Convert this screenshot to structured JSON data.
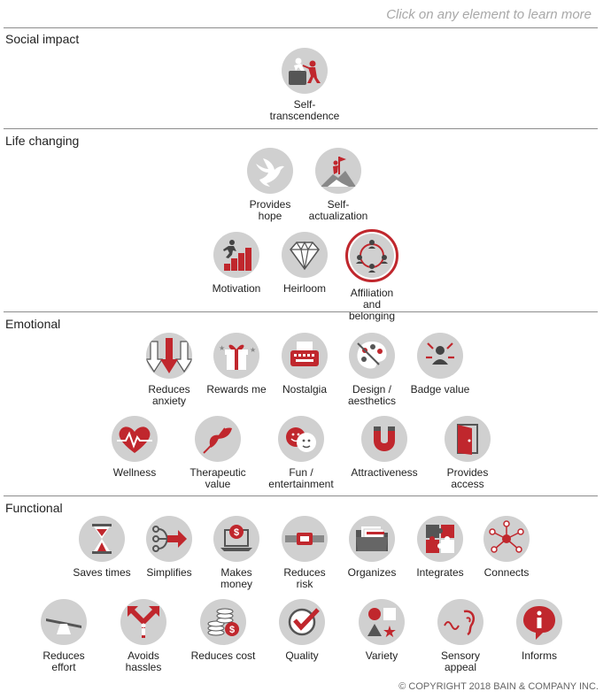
{
  "hint": "Click on any element to learn more",
  "copyright": "© COPYRIGHT 2018 BAIN & COMPANY INC.",
  "accent_color": "#c0272d",
  "sections": {
    "social": {
      "title": "Social impact"
    },
    "life": {
      "title": "Life changing"
    },
    "emotional": {
      "title": "Emotional"
    },
    "functional": {
      "title": "Functional"
    }
  },
  "elements": {
    "self_transcendence": {
      "label": "Self-\ntranscendence",
      "icon": "helping-climb-icon"
    },
    "provides_hope": {
      "label": "Provides\nhope",
      "icon": "dove-icon"
    },
    "self_actualization": {
      "label": "Self-\nactualization",
      "icon": "summit-flag-icon"
    },
    "motivation": {
      "label": "Motivation",
      "icon": "runner-stairs-icon"
    },
    "heirloom": {
      "label": "Heirloom",
      "icon": "diamond-icon"
    },
    "affiliation": {
      "label": "Affiliation\nand\nbelonging",
      "icon": "group-circle-icon",
      "selected": true
    },
    "reduces_anxiety": {
      "label": "Reduces\nanxiety",
      "icon": "down-arrows-icon"
    },
    "rewards_me": {
      "label": "Rewards me",
      "icon": "gift-icon"
    },
    "nostalgia": {
      "label": "Nostalgia",
      "icon": "typewriter-icon"
    },
    "design_aesthetics": {
      "label": "Design /\naesthetics",
      "icon": "palette-icon"
    },
    "badge_value": {
      "label": "Badge value",
      "icon": "person-arrows-icon"
    },
    "wellness": {
      "label": "Wellness",
      "icon": "heartbeat-icon"
    },
    "therapeutic_value": {
      "label": "Therapeutic\nvalue",
      "icon": "leaf-icon"
    },
    "fun_entertainment": {
      "label": "Fun /\nentertainment",
      "icon": "faces-icon"
    },
    "attractiveness": {
      "label": "Attractiveness",
      "icon": "magnet-icon"
    },
    "provides_access": {
      "label": "Provides\naccess",
      "icon": "door-icon"
    },
    "saves_times": {
      "label": "Saves times",
      "icon": "hourglass-icon"
    },
    "simplifies": {
      "label": "Simplifies",
      "icon": "merge-arrow-icon"
    },
    "makes_money": {
      "label": "Makes\nmoney",
      "icon": "laptop-money-icon"
    },
    "reduces_risk": {
      "label": "Reduces\nrisk",
      "icon": "seatbelt-icon"
    },
    "organizes": {
      "label": "Organizes",
      "icon": "folder-icon"
    },
    "integrates": {
      "label": "Integrates",
      "icon": "puzzle-icon"
    },
    "connects": {
      "label": "Connects",
      "icon": "network-icon"
    },
    "reduces_effort": {
      "label": "Reduces\neffort",
      "icon": "lever-icon"
    },
    "avoids_hassles": {
      "label": "Avoids\nhassles",
      "icon": "split-arrow-icon"
    },
    "reduces_cost": {
      "label": "Reduces cost",
      "icon": "coins-icon"
    },
    "quality": {
      "label": "Quality",
      "icon": "checkmark-icon"
    },
    "variety": {
      "label": "Variety",
      "icon": "shapes-icon"
    },
    "sensory_appeal": {
      "label": "Sensory\nappeal",
      "icon": "senses-icon"
    },
    "informs": {
      "label": "Informs",
      "icon": "info-icon"
    }
  }
}
